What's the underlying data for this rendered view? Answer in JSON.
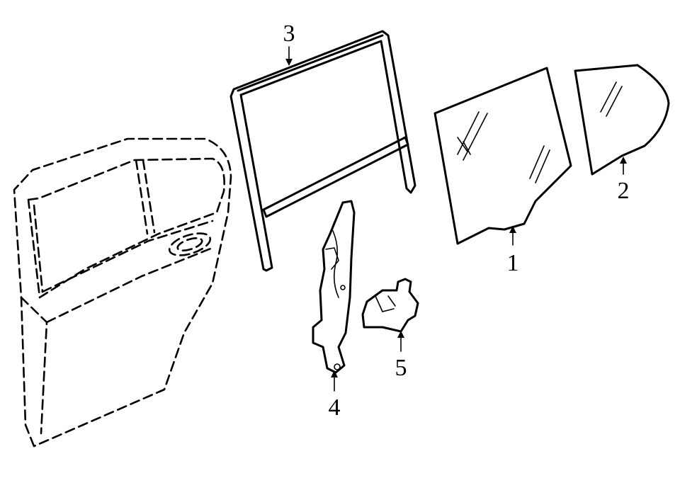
{
  "diagram": {
    "background_color": "#ffffff",
    "line_color": "#000000",
    "glass_fill_color": "#a8dff5",
    "callouts": [
      {
        "id": "1",
        "label": "1",
        "part": "door-glass"
      },
      {
        "id": "2",
        "label": "2",
        "part": "quarter-glass"
      },
      {
        "id": "3",
        "label": "3",
        "part": "glass-run-channel"
      },
      {
        "id": "4",
        "label": "4",
        "part": "window-regulator"
      },
      {
        "id": "5",
        "label": "5",
        "part": "regulator-motor"
      }
    ]
  }
}
